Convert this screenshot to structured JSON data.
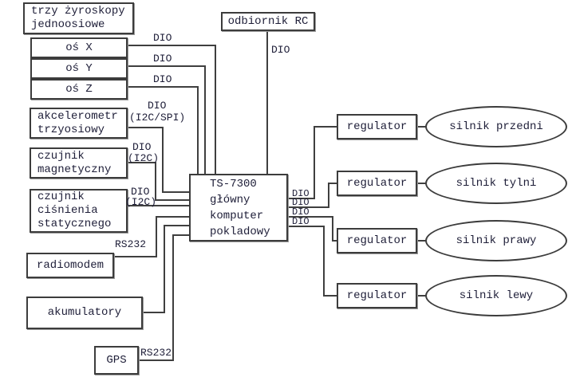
{
  "diagram": {
    "title_implicit": "",
    "nodes": {
      "gyro_header": {
        "label": "trzy żyroskopy\njednoosiowe"
      },
      "axis_x": {
        "label": "oś X"
      },
      "axis_y": {
        "label": "oś Y"
      },
      "axis_z": {
        "label": "oś Z"
      },
      "rc_receiver": {
        "label": "odbiornik RC"
      },
      "accelerometer": {
        "label": "akcelerometr\ntrzyosiowy"
      },
      "magnetic_sensor": {
        "label": "czujnik\nmagnetyczny"
      },
      "pressure_sensor": {
        "label": "czujnik\nciśnienia\nstatycznego"
      },
      "radiomodem": {
        "label": "radiomodem"
      },
      "batteries": {
        "label": "akumulatory"
      },
      "gps": {
        "label": "GPS"
      },
      "main_computer": {
        "label": "TS-7300\ngłówny\nkomputer\npokladowy"
      },
      "regulators": [
        "regulator",
        "regulator",
        "regulator",
        "regulator"
      ],
      "motors": [
        "silnik przedni",
        "silnik tylni",
        "silnik prawy",
        "silnik lewy"
      ]
    },
    "bus_labels": {
      "axis_x": "DIO",
      "axis_y": "DIO",
      "axis_z": "DIO",
      "rc_receiver": "DIO",
      "accelerometer_line1": "DIO",
      "accelerometer_line2": "(I2C/SPI)",
      "magnetic_line1": "DIO",
      "magnetic_line2": "(I2C)",
      "pressure_line1": "DIO",
      "pressure_line2": "(I2C)",
      "radiomodem": "RS232",
      "gps": "RS232",
      "motor_buses": [
        "DIO",
        "DIO",
        "DIO",
        "DIO"
      ]
    },
    "edges": [
      {
        "from": "oś X",
        "to": "TS-7300 główny komputer pokladowy",
        "bus": "DIO"
      },
      {
        "from": "oś Y",
        "to": "TS-7300 główny komputer pokladowy",
        "bus": "DIO"
      },
      {
        "from": "oś Z",
        "to": "TS-7300 główny komputer pokladowy",
        "bus": "DIO"
      },
      {
        "from": "odbiornik RC",
        "to": "TS-7300 główny komputer pokladowy",
        "bus": "DIO"
      },
      {
        "from": "akcelerometr trzyosiowy",
        "to": "TS-7300 główny komputer pokladowy",
        "bus": "DIO (I2C/SPI)"
      },
      {
        "from": "czujnik magnetyczny",
        "to": "TS-7300 główny komputer pokladowy",
        "bus": "DIO (I2C)"
      },
      {
        "from": "czujnik ciśnienia statycznego",
        "to": "TS-7300 główny komputer pokladowy",
        "bus": "DIO (I2C)"
      },
      {
        "from": "radiomodem",
        "to": "TS-7300 główny komputer pokladowy",
        "bus": "RS232"
      },
      {
        "from": "akumulatory",
        "to": "TS-7300 główny komputer pokladowy",
        "bus": ""
      },
      {
        "from": "GPS",
        "to": "TS-7300 główny komputer pokladowy",
        "bus": "RS232"
      },
      {
        "from": "TS-7300 główny komputer pokladowy",
        "to": "regulator 1",
        "bus": "DIO"
      },
      {
        "from": "TS-7300 główny komputer pokladowy",
        "to": "regulator 2",
        "bus": "DIO"
      },
      {
        "from": "TS-7300 główny komputer pokladowy",
        "to": "regulator 3",
        "bus": "DIO"
      },
      {
        "from": "TS-7300 główny komputer pokladowy",
        "to": "regulator 4",
        "bus": "DIO"
      },
      {
        "from": "regulator 1",
        "to": "silnik przedni",
        "bus": ""
      },
      {
        "from": "regulator 2",
        "to": "silnik tylni",
        "bus": ""
      },
      {
        "from": "regulator 3",
        "to": "silnik prawy",
        "bus": ""
      },
      {
        "from": "regulator 4",
        "to": "silnik lewy",
        "bus": ""
      }
    ],
    "colors": {
      "background": "#ffffff",
      "line": "#3f3f3f",
      "border": "#3c3c3c",
      "text": "#1e1e38"
    }
  }
}
